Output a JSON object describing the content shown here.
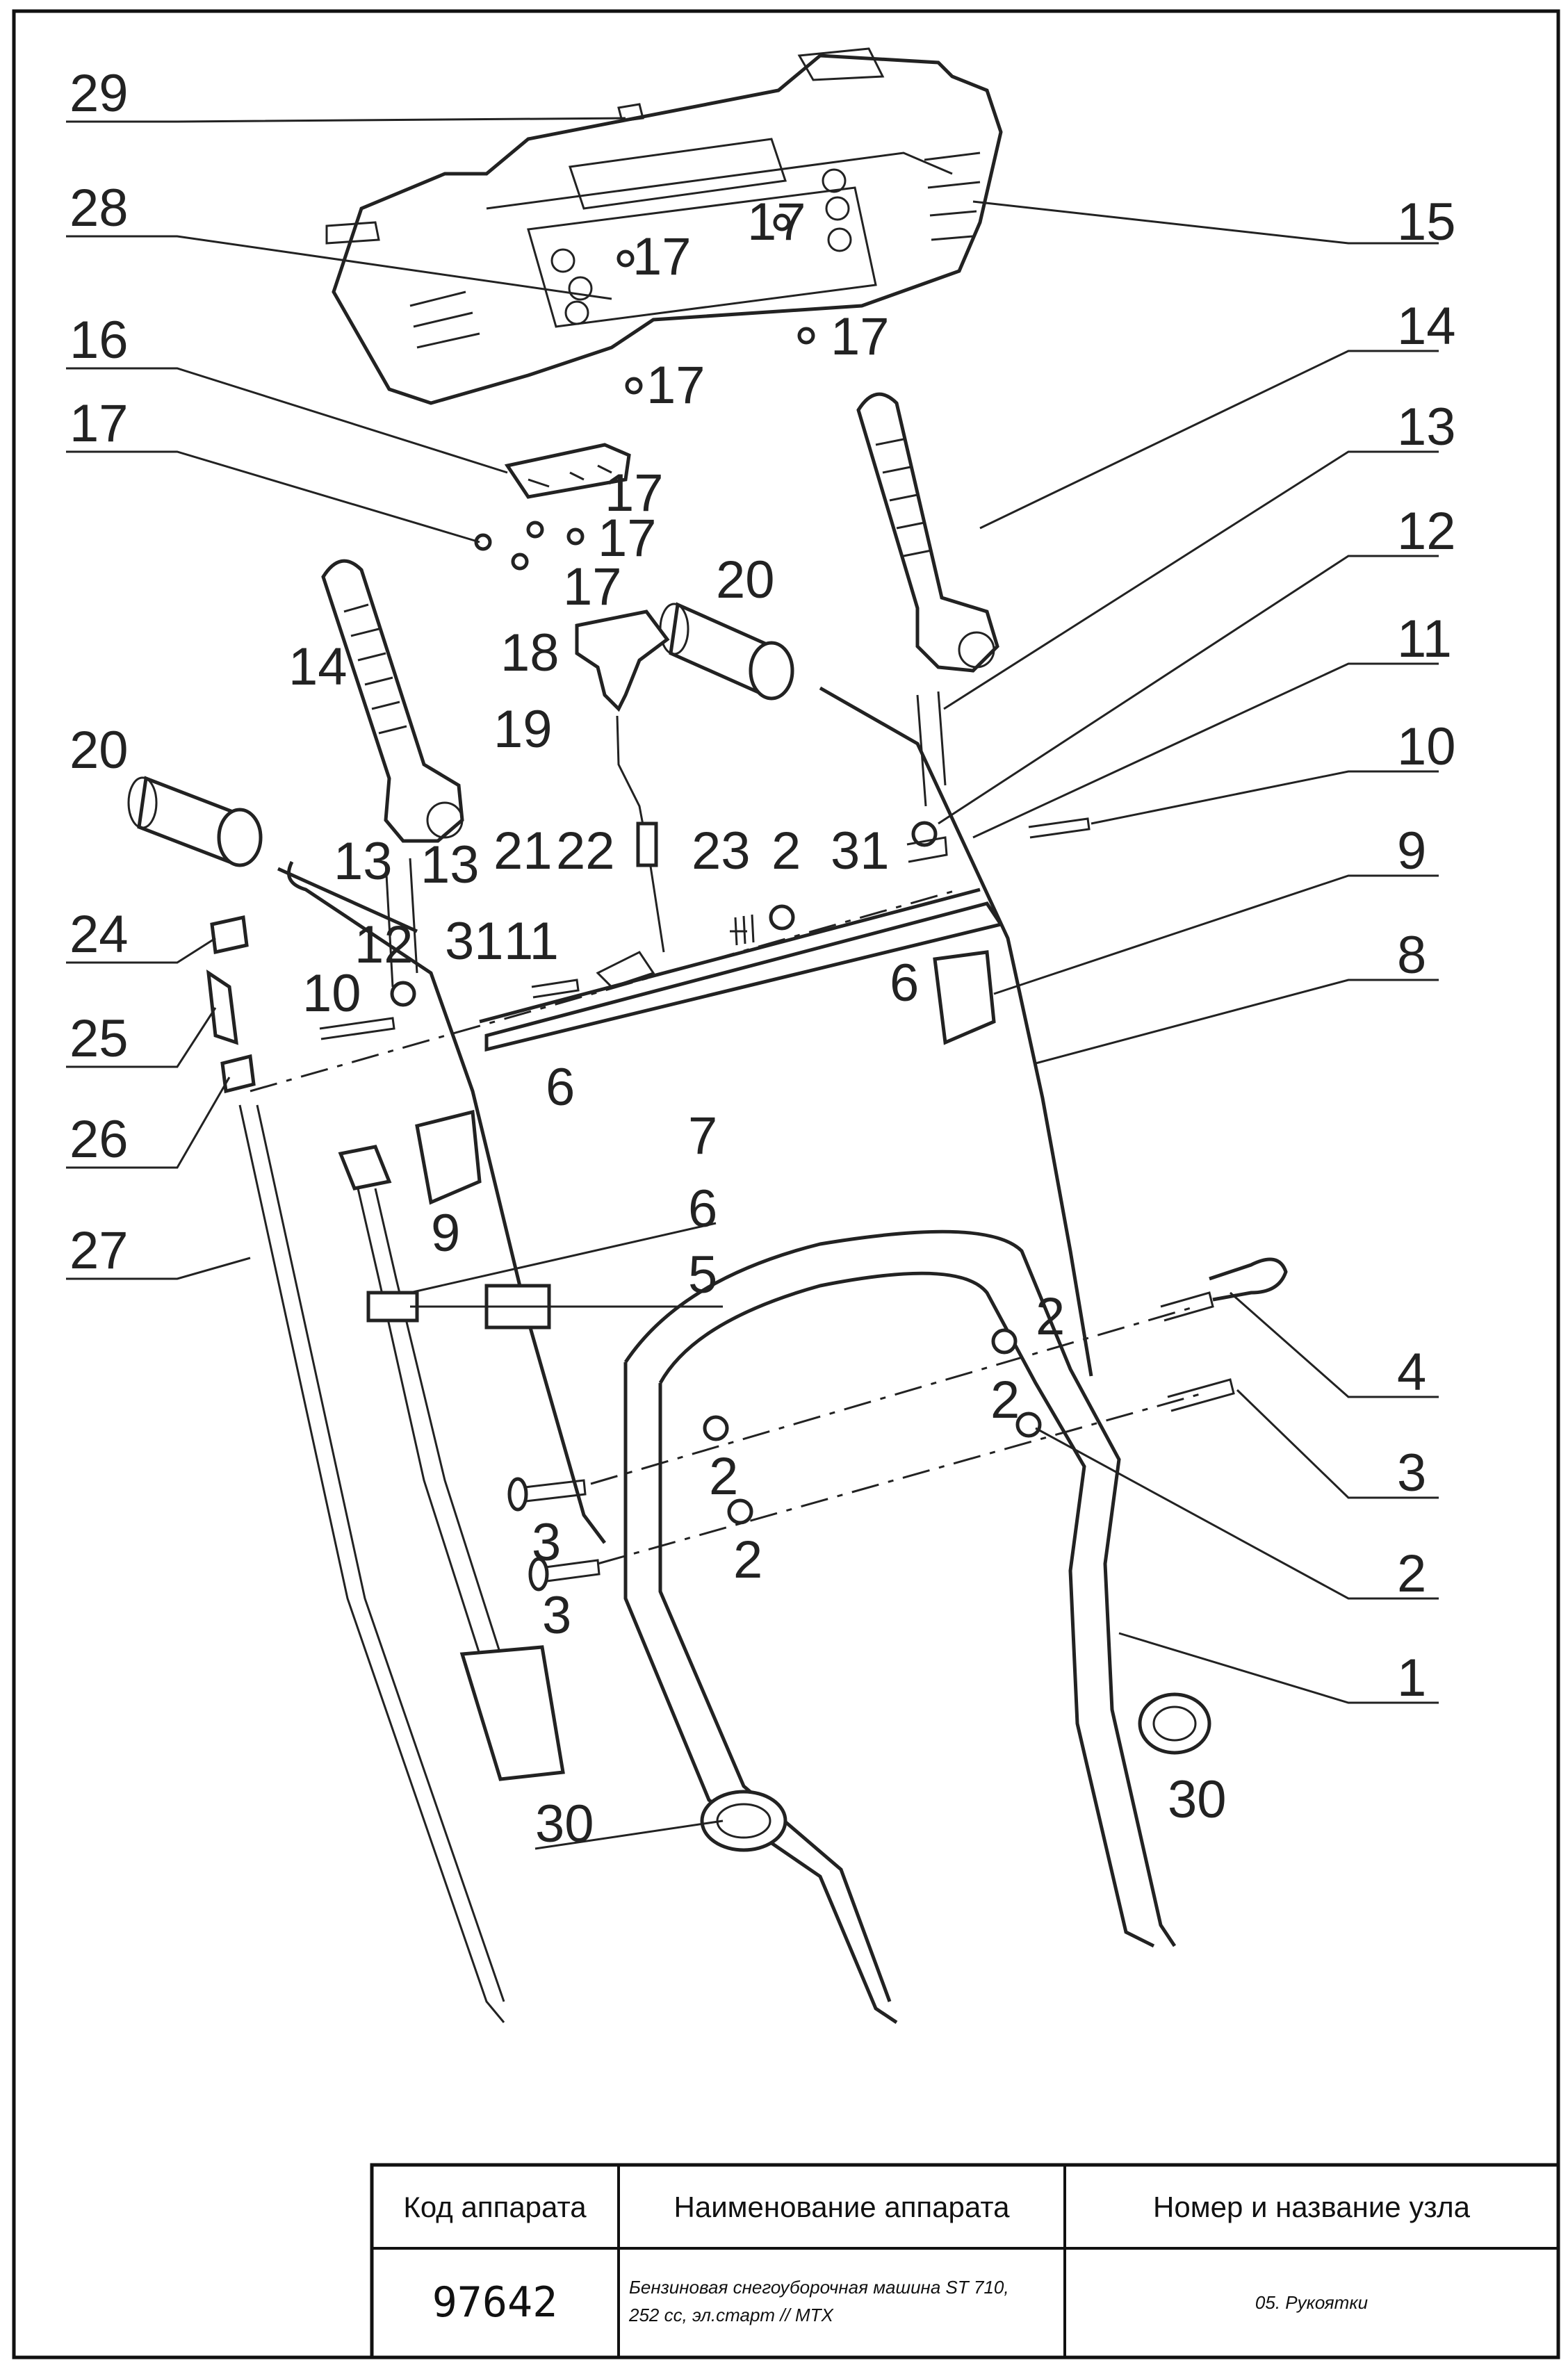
{
  "diagram": {
    "callouts": [
      "29",
      "28",
      "16",
      "17",
      "17",
      "17",
      "17",
      "17",
      "17",
      "17",
      "17",
      "15",
      "14",
      "13",
      "12",
      "11",
      "10",
      "9",
      "8",
      "14",
      "18",
      "20",
      "19",
      "20",
      "13",
      "13",
      "21",
      "22",
      "23",
      "2",
      "31",
      "31",
      "11",
      "12",
      "10",
      "6",
      "6",
      "24",
      "25",
      "26",
      "9",
      "7",
      "6",
      "5",
      "27",
      "4",
      "3",
      "2",
      "2",
      "2",
      "2",
      "3",
      "3",
      "2",
      "1",
      "30",
      "30"
    ]
  },
  "title_block": {
    "headers": [
      "Код аппарата",
      "Наименование аппарата",
      "Номер и название узла"
    ],
    "code": "97642",
    "name_line1": "Бензиновая снегоуборочная машина ST 710,",
    "name_line2": "252 cc, эл.старт // MTX",
    "unit": "05. Рукоятки"
  },
  "colors": {
    "ink": "#222222",
    "paper": "#ffffff"
  }
}
